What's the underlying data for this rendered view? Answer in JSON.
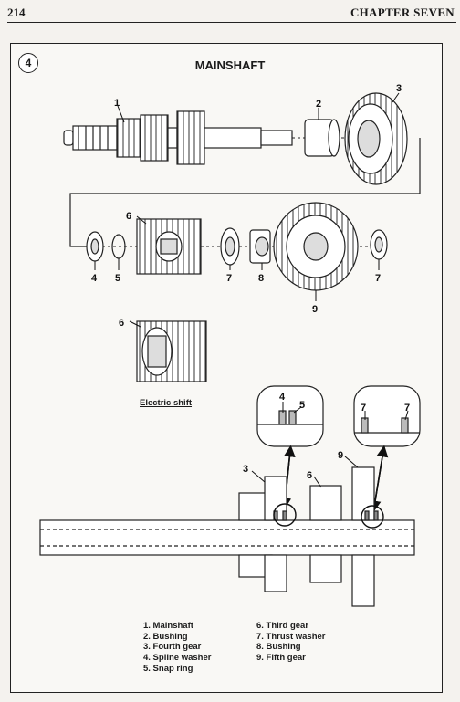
{
  "header": {
    "page_number": "214",
    "chapter": "CHAPTER SEVEN"
  },
  "figure": {
    "number": "4",
    "title": "MAINSHAFT",
    "caption": "Electric shift"
  },
  "callouts": {
    "c1": "1",
    "c2": "2",
    "c3": "3",
    "c4": "4",
    "c5": "5",
    "c6": "6",
    "c7a": "7",
    "c8": "8",
    "c7b": "7",
    "c9": "9",
    "c6b": "6",
    "d4": "4",
    "d5": "5",
    "d7a": "7",
    "d7b": "7",
    "d3": "3",
    "d6": "6",
    "d9": "9"
  },
  "legend": {
    "left": [
      "1. Mainshaft",
      "2. Bushing",
      "3. Fourth gear",
      "4. Spline washer",
      "5. Snap ring"
    ],
    "right": [
      "6. Third gear",
      "7. Thrust washer",
      "8. Bushing",
      "9. Fifth gear"
    ]
  },
  "colors": {
    "ink": "#1b1b1b",
    "paper": "#f9f8f5",
    "part_fill": "#ffffff",
    "shade": "#cfcfcf"
  }
}
